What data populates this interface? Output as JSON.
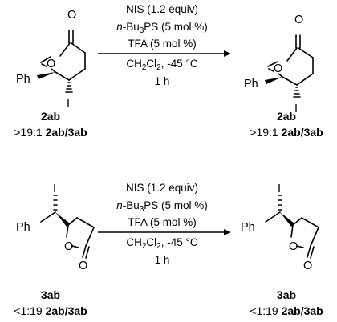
{
  "reactions": [
    {
      "conditions": [
        "NIS (1.2 equiv)",
        "n-Bu3PS (5 mol %)",
        "TFA (5 mol %)",
        "CH2Cl2, -45 °C",
        "1 h"
      ],
      "conditions_parts": {
        "line1": "NIS (1.2 equiv)",
        "line2_italic": "n",
        "line2_a": "-Bu",
        "line2_sub": "3",
        "line2_b": "PS (5 mol %)",
        "line3": "TFA (5 mol %)",
        "line4_a": "CH",
        "line4_sub1": "2",
        "line4_b": "Cl",
        "line4_sub2": "2",
        "line4_c": ", -45 °C",
        "line5": "1 h"
      },
      "substrate": {
        "compound": "2ab",
        "ratio_prefix": ">19:1 ",
        "ratio_bold": "2ab/3ab",
        "atoms": {
          "ring_oxygen": "O",
          "carbonyl_oxygen": "O",
          "phenyl": "Ph",
          "iodine": "I"
        }
      },
      "product": {
        "compound": "2ab",
        "ratio_prefix": ">19:1 ",
        "ratio_bold": "2ab/3ab",
        "atoms": {
          "ring_oxygen": "O",
          "carbonyl_oxygen": "O",
          "phenyl": "Ph",
          "iodine": "I"
        }
      }
    },
    {
      "conditions": [
        "NIS (1.2 equiv)",
        "n-Bu3PS (5 mol %)",
        "TFA (5 mol %)",
        "CH2Cl2, -45 °C",
        "1 h"
      ],
      "conditions_parts": {
        "line1": "NIS (1.2 equiv)",
        "line2_italic": "n",
        "line2_a": "-Bu",
        "line2_sub": "3",
        "line2_b": "PS (5 mol %)",
        "line3": "TFA (5 mol %)",
        "line4_a": "CH",
        "line4_sub1": "2",
        "line4_b": "Cl",
        "line4_sub2": "2",
        "line4_c": ", -45 °C",
        "line5": "1 h"
      },
      "substrate": {
        "compound": "3ab",
        "ratio_prefix": "<1:19 ",
        "ratio_bold": "2ab/3ab",
        "atoms": {
          "ring_oxygen": "O",
          "carbonyl_oxygen": "O",
          "phenyl": "Ph",
          "iodine": "I"
        }
      },
      "product": {
        "compound": "3ab",
        "ratio_prefix": "<1:19 ",
        "ratio_bold": "2ab/3ab",
        "atoms": {
          "ring_oxygen": "O",
          "carbonyl_oxygen": "O",
          "phenyl": "Ph",
          "iodine": "I"
        }
      }
    }
  ]
}
